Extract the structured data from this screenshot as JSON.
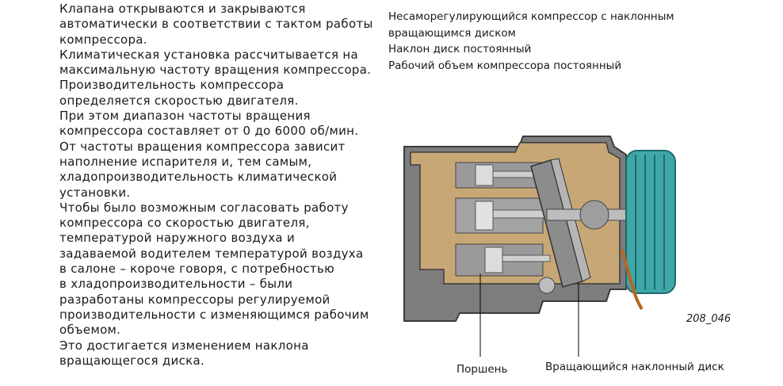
{
  "left_paragraphs": [
    "Клапана открываются и закрываются\nавтоматически в соответствии с тактом работы\nкомпрессора.",
    "Климатическая установка рассчитывается на\nмаксимальную частоту вращения компрессора.",
    "Производительность компрессора\nопределяется скоростью двигателя.",
    "При этом диапазон частоты вращения\nкомпрессора составляет от 0 до 6000 об/мин.",
    "От частоты вращения компрессора зависит\nнаполнение испарителя и, тем самым,\nхладопроизводительность климатической\nустановки.",
    "Чтобы было возможным согласовать работу\nкомпрессора со скоростью двигателя,\nтемпературой наружного воздуха и\nзадаваемой водителем температурой воздуха\nв салоне – короче говоря, с потребностью\nв хладопроизводительности – были\nразработаны компрессоры регулируемой\nпроизводительности с изменяющимся рабочим\nобъемом.",
    "Это достигается изменением наклона\nвращающегося диска."
  ],
  "right_lines": [
    "Несаморегулирующийся компрессор с наклонным",
    "вращающимся диском",
    "Наклон диск постоянный",
    "Рабочий объем компрессора постоянный"
  ],
  "figure": {
    "id": "208_046",
    "label_piston": "Поршень",
    "label_disc": "Вращающийся наклонный диск"
  }
}
